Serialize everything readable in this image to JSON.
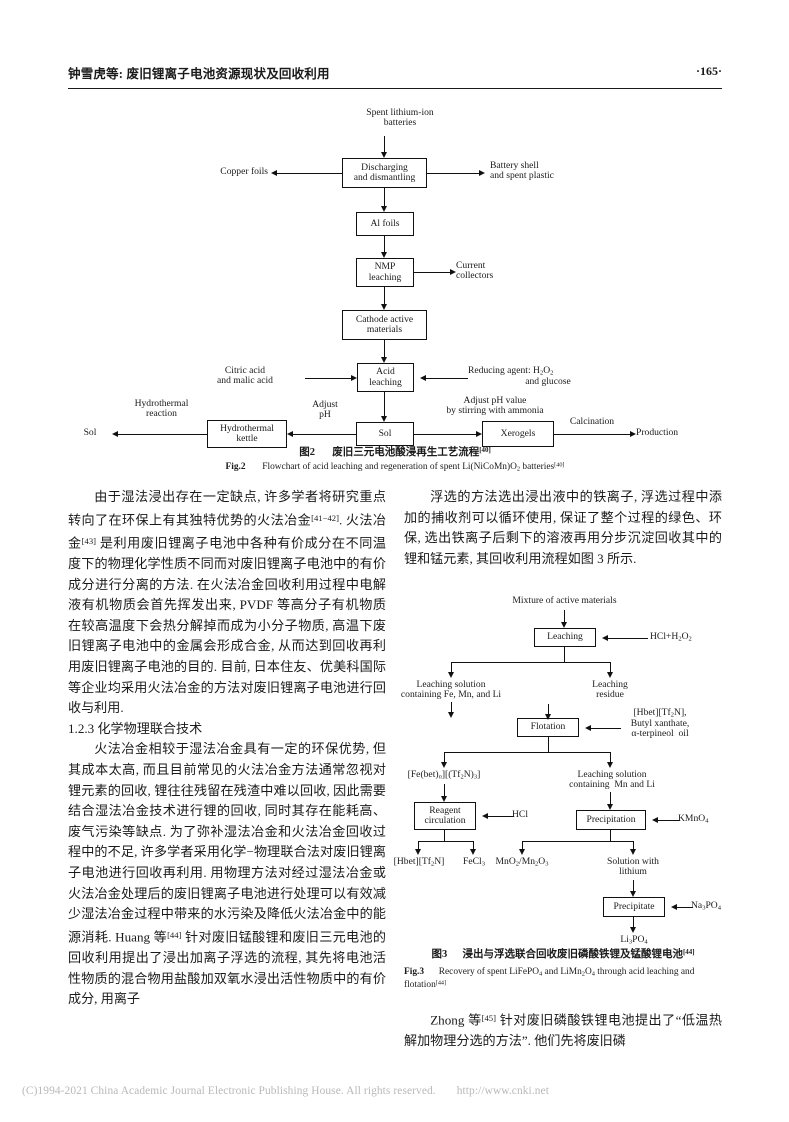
{
  "running_head": {
    "title": "钟雪虎等: 废旧锂离子电池资源现状及回收利用",
    "page_number": "·165·"
  },
  "figure2": {
    "nodes": {
      "spent_batteries": "Spent lithium-ion\nbatteries",
      "discharging": "Discharging\nand dismantling",
      "copper_foils": "Copper foils",
      "battery_shell": "Battery shell\nand spent plastic",
      "al_foils": "Al foils",
      "nmp_leaching": "NMP\nleaching",
      "current_collectors": "Current\ncollectors",
      "cathode_active": "Cathode active\nmaterials",
      "citric_acid": "Citric acid\nand malic acid",
      "acid_leaching": "Acid\nleaching",
      "reducing_agent_line1": "Reducing agent: H",
      "reducing_agent_sub": "2",
      "reducing_agent_line1b": "O",
      "reducing_agent_sub2": "2",
      "reducing_agent_line2": "and glucose",
      "adjust_ph_note": "Adjust pH value\nby stirring with ammonia",
      "adjust_ph": "Adjust\npH",
      "sol_out": "Sol",
      "hydrothermal_reaction": "Hydrothermal\nreaction",
      "hydrothermal_kettle": "Hydrothermal\nkettle",
      "sol": "Sol",
      "xerogels": "Xerogels",
      "calcination": "Calcination",
      "production": "Production"
    },
    "caption_cn_label": "图2",
    "caption_cn_text": "废旧三元电池酸浸再生工艺流程",
    "caption_cn_ref": "[40]",
    "caption_en_label": "Fig.2",
    "caption_en_text_a": "Flowchart of acid leaching and regeneration of spent Li(NiCoMn)O",
    "caption_en_sub": "2",
    "caption_en_text_b": " batteries",
    "caption_en_ref": "[40]"
  },
  "figure3": {
    "nodes": {
      "mixture": "Mixture of active materials",
      "leaching": "Leaching",
      "hcl_h2o2_a": "HCl+H",
      "hcl_sub1": "2",
      "hcl_h2o2_b": "O",
      "hcl_sub2": "2",
      "leaching_solution": "Leaching solution\ncontaining Fe, Mn, and Li",
      "leaching_residue": "Leaching\nresidue",
      "flotation": "Flotation",
      "reagents_l1_a": "[Hbet][Tf",
      "reagents_l1_sub": "2",
      "reagents_l1_b": "N],",
      "reagents_l2": "Butyl xanthate,",
      "reagents_l3": "α-terpineol  oil",
      "fe_complex_a": "[Fe(bet)",
      "fe_complex_sub_n": "n",
      "fe_complex_b": "][(Tf",
      "fe_complex_sub2": "2",
      "fe_complex_c": "N)",
      "fe_complex_sub3": "3",
      "fe_complex_d": "]",
      "leaching_solution2": "Leaching solution\ncontaining  Mn and Li",
      "reagent_circulation": "Reagent\ncirculation",
      "hcl": "HCl",
      "precipitation": "Precipitation",
      "kmno4_a": "KMnO",
      "kmno4_sub": "4",
      "hbet_a": "[Hbet][Tf",
      "hbet_sub": "2",
      "hbet_b": "N]",
      "fecl3_a": "FeCl",
      "fecl3_sub": "3",
      "mno2_a": "MnO",
      "mno2_sub": "2",
      "mno2_slash": "/Mn",
      "mno2_sub2": "2",
      "mno2_b": "O",
      "mno2_sub3": "3",
      "solution_lithium": "Solution with\nlithium",
      "precipitate": "Precipitate",
      "na3po4_a": "Na",
      "na3po4_sub1": "3",
      "na3po4_b": "PO",
      "na3po4_sub2": "4",
      "li3po4_a": "Li",
      "li3po4_sub1": "3",
      "li3po4_b": "PO",
      "li3po4_sub2": "4"
    },
    "caption_cn_label": "图3",
    "caption_cn_text": "浸出与浮选联合回收废旧磷酸铁锂及锰酸锂电池",
    "caption_cn_ref": "[44]",
    "caption_en_label": "Fig.3",
    "caption_en_a": "Recovery of spent LiFePO",
    "caption_en_sub1": "4",
    "caption_en_b": " and LiMn",
    "caption_en_sub2": "2",
    "caption_en_c": "O",
    "caption_en_sub3": "4",
    "caption_en_d": " through acid leaching and flotation",
    "caption_en_ref": "[44]"
  },
  "left_column": {
    "para1": "由于湿法浸出存在一定缺点, 许多学者将研究重点转向了在环保上有其独特优势的火法冶金[41-42]. 火法冶金[43] 是利用废旧锂离子电池中各种有价成分在不同温度下的物理化学性质不同而对废旧锂离子电池中的有价成分进行分离的方法. 在火法冶金回收利用过程中电解液有机物质会首先挥发出来, PVDF 等高分子有机物质在较高温度下会热分解掉而成为小分子物质, 高温下废旧锂离子电池中的金属会形成合金, 从而达到回收再利用废旧锂离子电池的目的. 目前, 日本住友、优美科国际等企业均采用火法冶金的方法对废旧锂离子电池进行回收与利用.",
    "heading": "1.2.3   化学物理联合技术",
    "para2": "火法冶金相较于湿法冶金具有一定的环保优势, 但其成本太高, 而且目前常见的火法冶金方法通常忽视对锂元素的回收, 锂往往残留在残渣中难以回收, 因此需要结合湿法冶金技术进行锂的回收, 同时其存在能耗高、废气污染等缺点. 为了弥补湿法冶金和火法冶金回收过程中的不足, 许多学者采用化学−物理联合法对废旧锂离子电池进行回收再利用. 用物理方法对经过湿法冶金或火法冶金处理后的废旧锂离子电池进行处理可以有效减少湿法冶金过程中带来的水污染及降低火法冶金中的能源消耗. Huang 等[44] 针对废旧锰酸锂和废旧三元电池的回收利用提出了浸出加离子浮选的流程, 其先将电池活性物质的混合物用盐酸加双氧水浸出活性物质中的有价成分, 用离子"
  },
  "right_column": {
    "para1": "浮选的方法选出浸出液中的铁离子, 浮选过程中添加的捕收剂可以循环使用, 保证了整个过程的绿色、环保, 选出铁离子后剩下的溶液再用分步沉淀回收其中的锂和锰元素, 其回收利用流程如图 3 所示.",
    "para2": "Zhong 等[45] 针对废旧磷酸铁锂电池提出了“低温热解加物理分选的方法”. 他们先将废旧磷"
  },
  "footer": {
    "copyright": "(C)1994-2021 China Academic Journal Electronic Publishing House. All rights reserved.",
    "url": "http://www.cnki.net"
  }
}
